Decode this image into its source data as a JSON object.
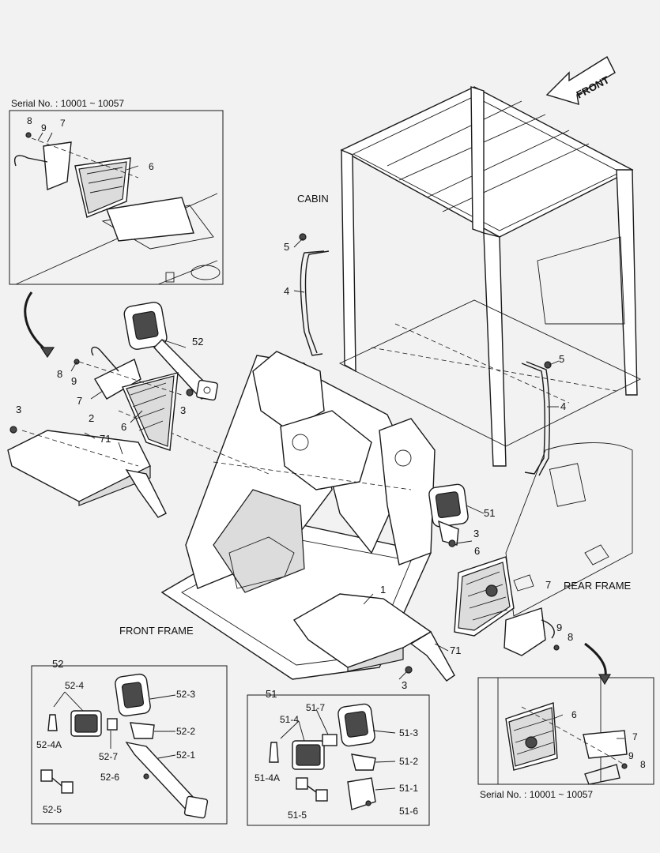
{
  "serial_top_left": "Serial No. : 10001 ~ 10057",
  "serial_bottom_right": "Serial No. : 10001 ~ 10057",
  "front_arrow_label": "FRONT",
  "cabin_label": "CABIN",
  "rear_frame_label": "REAR FRAME",
  "front_frame_label": "FRONT FRAME",
  "inset_top_left": {
    "n8": "8",
    "n9": "9",
    "n7": "7",
    "n6": "6"
  },
  "inset_bottom_right": {
    "n6": "6",
    "n7": "7",
    "n9": "9",
    "n8": "8"
  },
  "main_callouts": {
    "c52": "52",
    "c8": "8",
    "c9": "9",
    "c7": "7",
    "c6": "6",
    "c3a": "3",
    "c3b": "3",
    "c2": "2",
    "c71a": "71",
    "c5a": "5",
    "c4a": "4",
    "c5b": "5",
    "c4b": "4",
    "c51": "51",
    "c3c": "3",
    "c6b": "6",
    "c7b": "7",
    "c9b": "9",
    "c8b": "8",
    "c1": "1",
    "c71b": "71",
    "c3d": "3"
  },
  "box52": {
    "title": "52",
    "labels": {
      "a": "52-4",
      "b": "52-3",
      "c": "52-4A",
      "d": "52-7",
      "e": "52-2",
      "f": "52-1",
      "g": "52-6",
      "h": "52-5"
    }
  },
  "box51": {
    "title": "51",
    "labels": {
      "a": "51-7",
      "b": "51-4",
      "c": "51-3",
      "d": "51-2",
      "e": "51-4A",
      "f": "51-1",
      "g": "51-5",
      "h": "51-6"
    }
  }
}
